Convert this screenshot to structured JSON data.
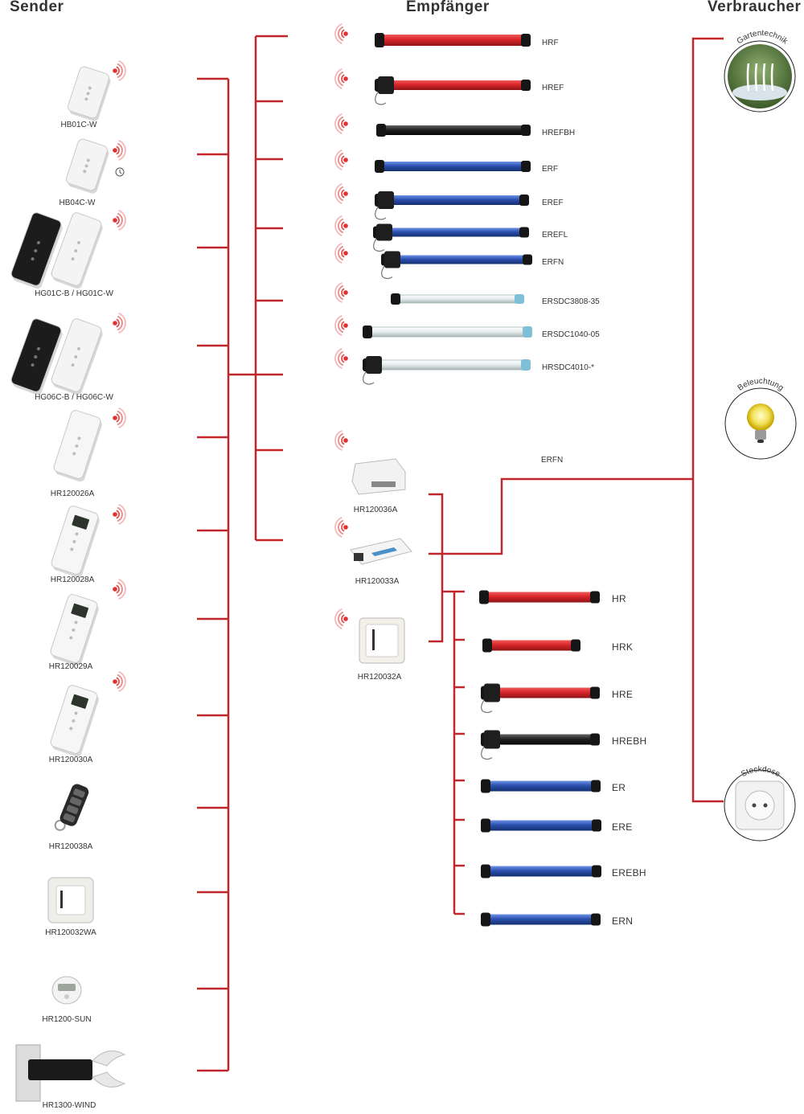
{
  "headers": {
    "sender": "Sender",
    "receiver": "Empfänger",
    "consumer": "Verbraucher"
  },
  "colors": {
    "line": "#c0262b",
    "red_motor": "#d8262a",
    "blue_motor": "#2a4fae",
    "black_motor": "#1e1e1e",
    "white_motor": "#dfe6e6",
    "signal": "#e03030"
  },
  "senders": [
    {
      "label": "HB01C-W",
      "icon": "remote-white-small-icon"
    },
    {
      "label": "HB04C-W",
      "icon": "remote-white-timer-icon"
    },
    {
      "label": "HG01C-B / HG01C-W",
      "icon": "remote-pair-icon"
    },
    {
      "label": "HG06C-B / HG06C-W",
      "icon": "remote-pair-multichannel-icon"
    },
    {
      "label": "HR120026A",
      "icon": "remote-white-icon"
    },
    {
      "label": "HR120028A",
      "icon": "remote-display-icon"
    },
    {
      "label": "HR120029A",
      "icon": "remote-display-icon"
    },
    {
      "label": "HR120030A",
      "icon": "remote-display-icon"
    },
    {
      "label": "HR120038A",
      "icon": "keyfob-icon"
    },
    {
      "label": "HR120032WA",
      "icon": "wall-switch-icon"
    },
    {
      "label": "HR1200-SUN",
      "icon": "sun-sensor-icon"
    },
    {
      "label": "HR1300-WIND",
      "icon": "wind-sensor-icon"
    }
  ],
  "radio_motors": [
    {
      "label": "HRF",
      "type": "red"
    },
    {
      "label": "HREF",
      "type": "red"
    },
    {
      "label": "HREFBH",
      "type": "black"
    },
    {
      "label": "ERF",
      "type": "blue"
    },
    {
      "label": "EREF",
      "type": "blue"
    },
    {
      "label": "EREFL",
      "type": "blue"
    },
    {
      "label": "ERFN",
      "type": "blue"
    },
    {
      "label": "ERSDC3808-35",
      "type": "white"
    },
    {
      "label": "ERSDC1040-05",
      "type": "white"
    },
    {
      "label": "HRSDC4010-*",
      "type": "white"
    }
  ],
  "receiver_modules": [
    {
      "label": "HR120036A",
      "icon": "receiver-box-icon"
    },
    {
      "label": "HR120033A",
      "icon": "receiver-flat-icon"
    },
    {
      "label": "HR120032A",
      "icon": "receiver-wall-icon"
    }
  ],
  "module_note": "ERFN",
  "wired_motors": [
    {
      "label": "HR",
      "type": "red"
    },
    {
      "label": "HRK",
      "type": "red"
    },
    {
      "label": "HRE",
      "type": "red"
    },
    {
      "label": "HREBH",
      "type": "black"
    },
    {
      "label": "ER",
      "type": "blue"
    },
    {
      "label": "ERE",
      "type": "blue"
    },
    {
      "label": "EREBH",
      "type": "blue"
    },
    {
      "label": "ERN",
      "type": "blue"
    }
  ],
  "consumers": [
    {
      "label": "Gartentechnik",
      "icon": "fountain-icon"
    },
    {
      "label": "Beleuchtung",
      "icon": "light-bulb-icon"
    },
    {
      "label": "Steckdose",
      "icon": "socket-icon"
    }
  ]
}
